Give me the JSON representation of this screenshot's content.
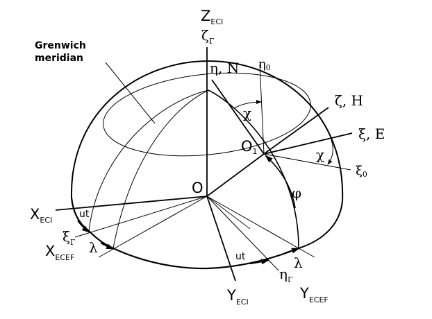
{
  "title": "ECI / ECEF / local coordinate frames on Earth hemisphere",
  "colors": {
    "stroke": "#000000",
    "background": "#ffffff"
  },
  "labels": {
    "z_eci": {
      "main": "Z",
      "sub": "ECI"
    },
    "zeta_g": {
      "main": "ζ",
      "sub": "Γ"
    },
    "eta_n": "η, N",
    "eta0": {
      "main": "η",
      "sub": "0"
    },
    "chi_top": "χ",
    "zeta_h": "ζ, H",
    "xi_e": "ξ, E",
    "o1": {
      "main": "O",
      "sub": "1"
    },
    "chi_right": "χ",
    "xi0": {
      "main": "ξ",
      "sub": "0"
    },
    "phi": "φ",
    "origin": "O",
    "x_eci": {
      "main": "X",
      "sub": "ECI"
    },
    "ut_left": "ut",
    "xi_g": {
      "main": "ξ",
      "sub": "Γ"
    },
    "x_ecef": {
      "main": "X",
      "sub": "ECEF"
    },
    "lambda_left": "λ",
    "ut_bottom": "ut",
    "eta_g": {
      "main": "η",
      "sub": "Γ"
    },
    "lambda_bottom": "λ",
    "y_eci": {
      "main": "Y",
      "sub": "ECI"
    },
    "y_ecef": {
      "main": "Y",
      "sub": "ECEF"
    },
    "greenwich_line1": "Grenwich",
    "greenwich_line2": "meridian"
  }
}
